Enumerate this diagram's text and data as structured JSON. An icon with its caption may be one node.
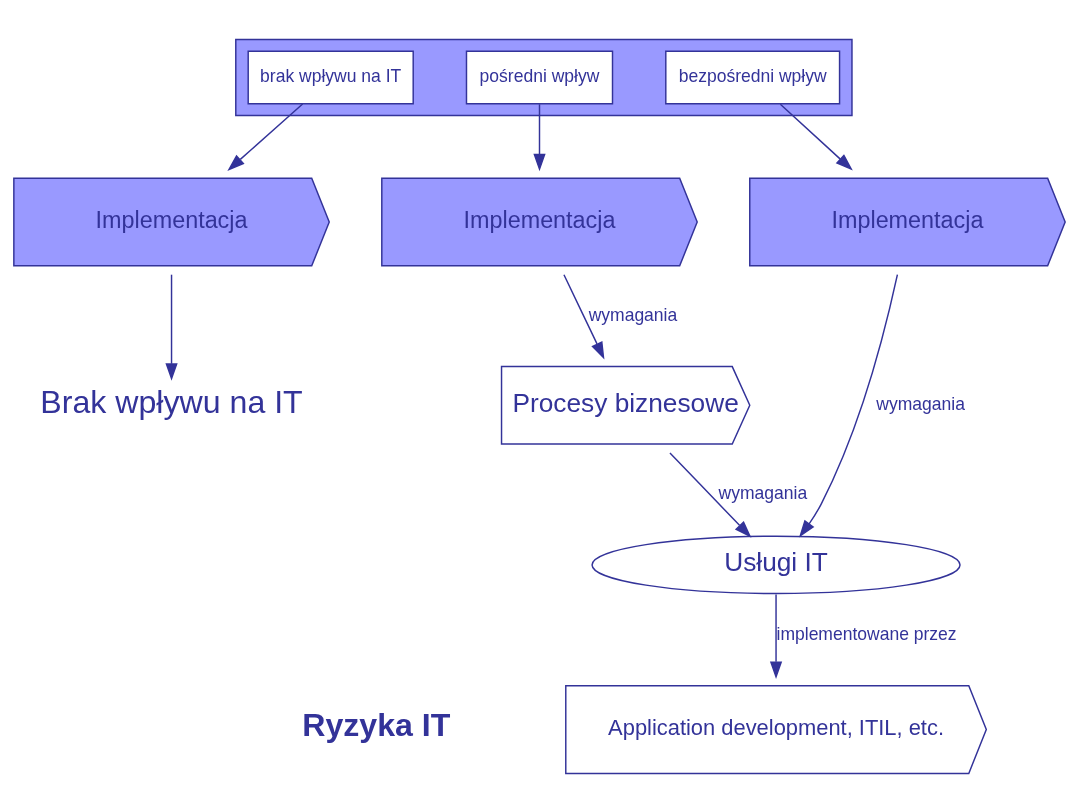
{
  "diagram": {
    "nodes": [
      {
        "text": [],
        "shape": "box"
      },
      {
        "text": [
          "brak wpływu na IT"
        ],
        "in": 0
      },
      {
        "text": [
          "pośredni wpływ"
        ],
        "in": 0
      },
      {
        "text": [
          "bezpośredni wpływ"
        ],
        "in": 0
      },
      {
        "text": [
          "Implementacja"
        ]
      },
      {
        "text": [
          "Implementacja"
        ]
      },
      {
        "text": [
          "Implementacja"
        ]
      },
      {
        "text": [
          "Procesy biznesowe"
        ]
      },
      {
        "text": [
          "Brak wpływu na IT"
        ]
      },
      {
        "text": [
          "Usługi IT"
        ]
      },
      {
        "text": [
          "Application development, ITIL, etc."
        ]
      }
    ],
    "edges": [
      {
        "from": 1,
        "to": 4,
        "arrow": "to"
      },
      {
        "from": 2,
        "to": 5,
        "arrow": "to"
      },
      {
        "from": 3,
        "to": 6,
        "arrow": "to"
      },
      {
        "from": 4,
        "to": 8,
        "arrow": "to"
      },
      {
        "from": 5,
        "to": 7,
        "arrow": "to",
        "label": "wymagania"
      },
      {
        "from": 6,
        "to": 9,
        "arrow": "to",
        "label": "wymagania"
      },
      {
        "from": 7,
        "to": 9,
        "arrow": "to",
        "label": "wymagania"
      },
      {
        "from": 9,
        "to": 10,
        "arrow": "to",
        "label": "implementowane przez"
      }
    ],
    "labels": [
      "Ryzyka IT"
    ]
  }
}
